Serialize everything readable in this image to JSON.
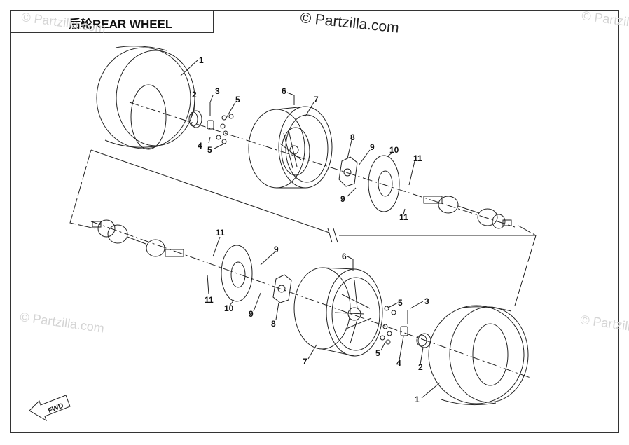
{
  "diagram": {
    "title": "后轮REAR WHEEL",
    "copyright": "© Partzilla.com",
    "watermark": "© Partzilla.com",
    "direction_label": "FWD",
    "callouts": [
      "1",
      "2",
      "3",
      "4",
      "5",
      "5",
      "6",
      "7",
      "8",
      "9",
      "9",
      "10",
      "11",
      "11",
      "1",
      "2",
      "3",
      "4",
      "5",
      "5",
      "6",
      "7",
      "8",
      "9",
      "9",
      "10",
      "11",
      "11"
    ]
  },
  "colors": {
    "line": "#222222",
    "watermark": "#d4d4d4",
    "background": "#ffffff"
  }
}
